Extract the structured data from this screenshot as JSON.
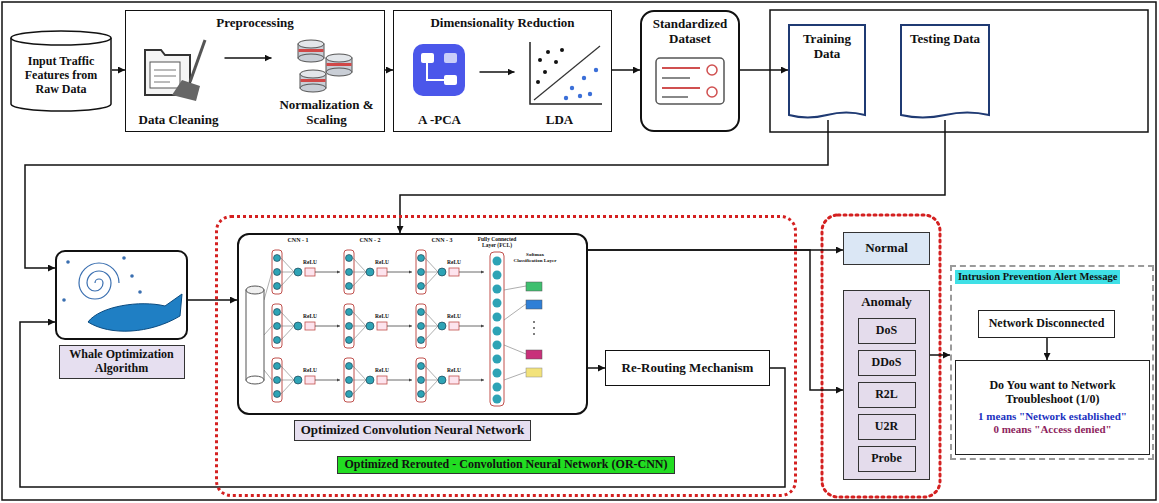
{
  "diagram": {
    "nodes": [
      {
        "text": [
          "Input Traffic Features from Raw Data"
        ]
      },
      {
        "text": [
          "Preprocessing"
        ]
      },
      {
        "text": [
          "Data Cleaning"
        ],
        "in": 1
      },
      {
        "text": [
          "Normalization & Scaling"
        ],
        "in": 1
      },
      {
        "text": [
          "Dimensionality Reduction"
        ]
      },
      {
        "text": [
          "A -PCA"
        ],
        "in": 4
      },
      {
        "text": [
          "LDA"
        ],
        "in": 4
      },
      {
        "text": [
          "Standardized Dataset"
        ]
      },
      {
        "text": [
          "Training Data"
        ]
      },
      {
        "text": [
          "Testing Data"
        ]
      },
      {
        "text": [
          "Whale Optimization Algorithm"
        ]
      },
      {
        "text": [
          "Optimized Rerouted - Convolution Neural Network (OR-CNN)"
        ]
      },
      {
        "text": [
          "Optimized Convolution Neural Network"
        ],
        "in": 11
      },
      {
        "text": [
          "Re-Routing Mechanism"
        ],
        "in": 11
      },
      {
        "text": [
          "Normal"
        ]
      },
      {
        "text": [
          "Anomaly"
        ]
      },
      {
        "text": [
          "DoS"
        ],
        "in": 15
      },
      {
        "text": [
          "DDoS"
        ],
        "in": 15
      },
      {
        "text": [
          "R2L"
        ],
        "in": 15
      },
      {
        "text": [
          "U2R"
        ],
        "in": 15
      },
      {
        "text": [
          "Probe"
        ],
        "in": 15
      },
      {
        "text": [
          "Intrusion Prevention Alert Message"
        ]
      },
      {
        "text": [
          "Network Disconnected"
        ],
        "in": 21
      },
      {
        "text": [
          "Do You want to Network Troubleshoot (1/0)",
          "1 means \"Network established\"",
          "0 means \"Access denied\""
        ],
        "in": 21
      }
    ],
    "edges": [
      {
        "from": 0,
        "to": 1,
        "arrow": "to"
      },
      {
        "from": 2,
        "to": 3,
        "arrow": "to"
      },
      {
        "from": 1,
        "to": 4,
        "arrow": "to"
      },
      {
        "from": 5,
        "to": 6,
        "arrow": "to"
      },
      {
        "from": 4,
        "to": 7,
        "arrow": "to"
      },
      {
        "from": 7,
        "to": 8,
        "arrow": "to"
      },
      {
        "from": 8,
        "to": 10,
        "arrow": "to"
      },
      {
        "from": 9,
        "to": 12,
        "arrow": "to"
      },
      {
        "from": 10,
        "to": 12,
        "arrow": "to"
      },
      {
        "from": 12,
        "to": 14,
        "arrow": "to"
      },
      {
        "from": 12,
        "to": 15,
        "arrow": "to"
      },
      {
        "from": 12,
        "to": 13,
        "arrow": "to"
      },
      {
        "from": 13,
        "to": 10,
        "arrow": "to"
      },
      {
        "from": 15,
        "to": 21,
        "arrow": "to"
      },
      {
        "from": 22,
        "to": 23,
        "arrow": "to"
      }
    ],
    "labels": [
      "CNN - 1",
      "CNN - 2",
      "CNN - 3",
      "Fully Connected Layer (FCL)",
      "Softmax Classification Layer",
      "ReLU",
      "ReLU",
      "ReLU",
      "ReLU",
      "ReLU",
      "ReLU",
      "ReLU",
      "ReLU",
      "ReLU"
    ]
  }
}
